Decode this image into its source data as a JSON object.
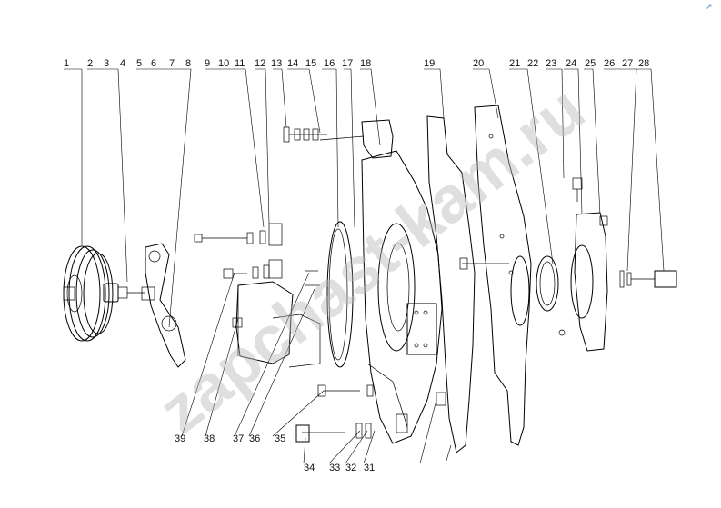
{
  "watermark": "zapchast-kam.ru",
  "corner_mark": "↗",
  "labels_top": [
    "1",
    "2",
    "3",
    "4",
    "5",
    "6",
    "7",
    "8",
    "9",
    "10",
    "11",
    "12",
    "13",
    "14",
    "15",
    "16",
    "17",
    "18",
    "19",
    "20",
    "21",
    "22",
    "23",
    "24",
    "25",
    "26",
    "27",
    "28"
  ],
  "labels_bottom": [
    "39",
    "38",
    "37",
    "36",
    "35",
    "34",
    "33",
    "32",
    "31"
  ],
  "colors": {
    "ink": "#000000",
    "watermark": "#b9b9b9",
    "corner": "#2a6fd6"
  }
}
